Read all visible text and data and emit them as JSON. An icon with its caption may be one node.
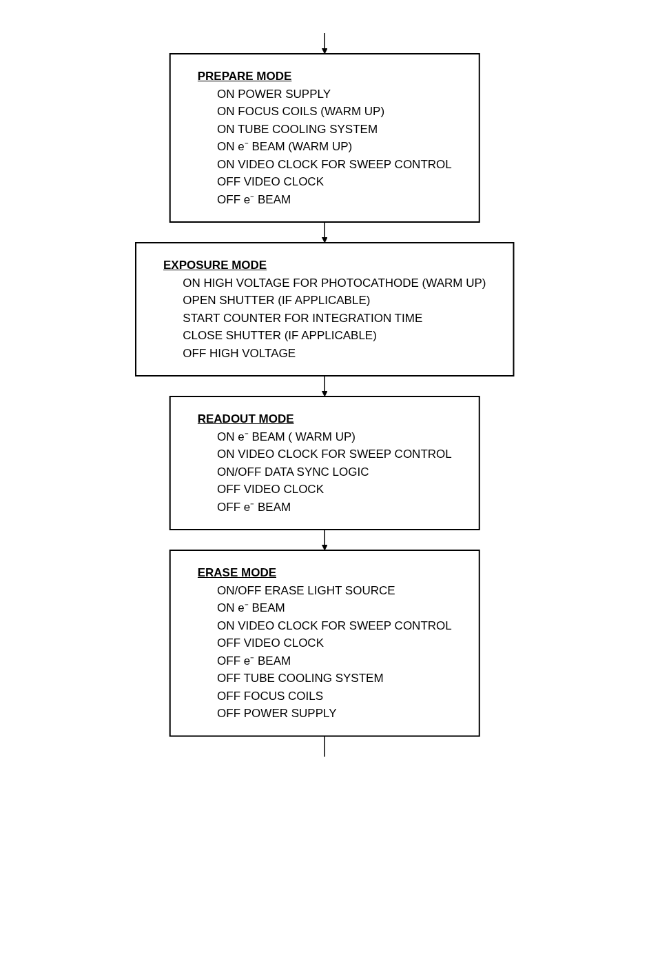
{
  "diagram": {
    "nodes": [
      {
        "text": [
          "PREPARE MODE",
          "ON POWER SUPPLY",
          "ON FOCUS COILS (WARM UP)",
          "ON TUBE COOLING SYSTEM",
          "ON e⁻ BEAM (WARM UP)",
          "ON VIDEO CLOCK FOR SWEEP CONTROL",
          "OFF VIDEO CLOCK",
          "OFF e⁻ BEAM"
        ]
      },
      {
        "text": [
          "EXPOSURE MODE",
          "ON HIGH VOLTAGE FOR PHOTOCATHODE (WARM UP)",
          "OPEN SHUTTER (IF APPLICABLE)",
          "START COUNTER FOR INTEGRATION TIME",
          "CLOSE SHUTTER (IF APPLICABLE)",
          "OFF HIGH VOLTAGE"
        ]
      },
      {
        "text": [
          "READOUT MODE",
          "ON e⁻ BEAM ( WARM UP)",
          "ON VIDEO CLOCK FOR SWEEP CONTROL",
          "ON/OFF DATA SYNC LOGIC",
          "OFF VIDEO CLOCK",
          "OFF e⁻ BEAM"
        ]
      },
      {
        "text": [
          "ERASE MODE",
          "ON/OFF ERASE LIGHT SOURCE",
          "ON e⁻ BEAM",
          "ON VIDEO CLOCK FOR SWEEP CONTROL",
          "OFF VIDEO CLOCK",
          "OFF e⁻ BEAM",
          "OFF TUBE COOLING SYSTEM",
          "OFF FOCUS COILS",
          "OFF POWER SUPPLY"
        ]
      }
    ],
    "edges": [
      {
        "from": null,
        "to": 0,
        "arrow": "to"
      },
      {
        "from": 0,
        "to": 1,
        "arrow": "to"
      },
      {
        "from": 1,
        "to": 2,
        "arrow": "to"
      },
      {
        "from": 2,
        "to": 3,
        "arrow": "to"
      },
      {
        "from": 3,
        "to": null,
        "arrow": "none"
      }
    ]
  }
}
